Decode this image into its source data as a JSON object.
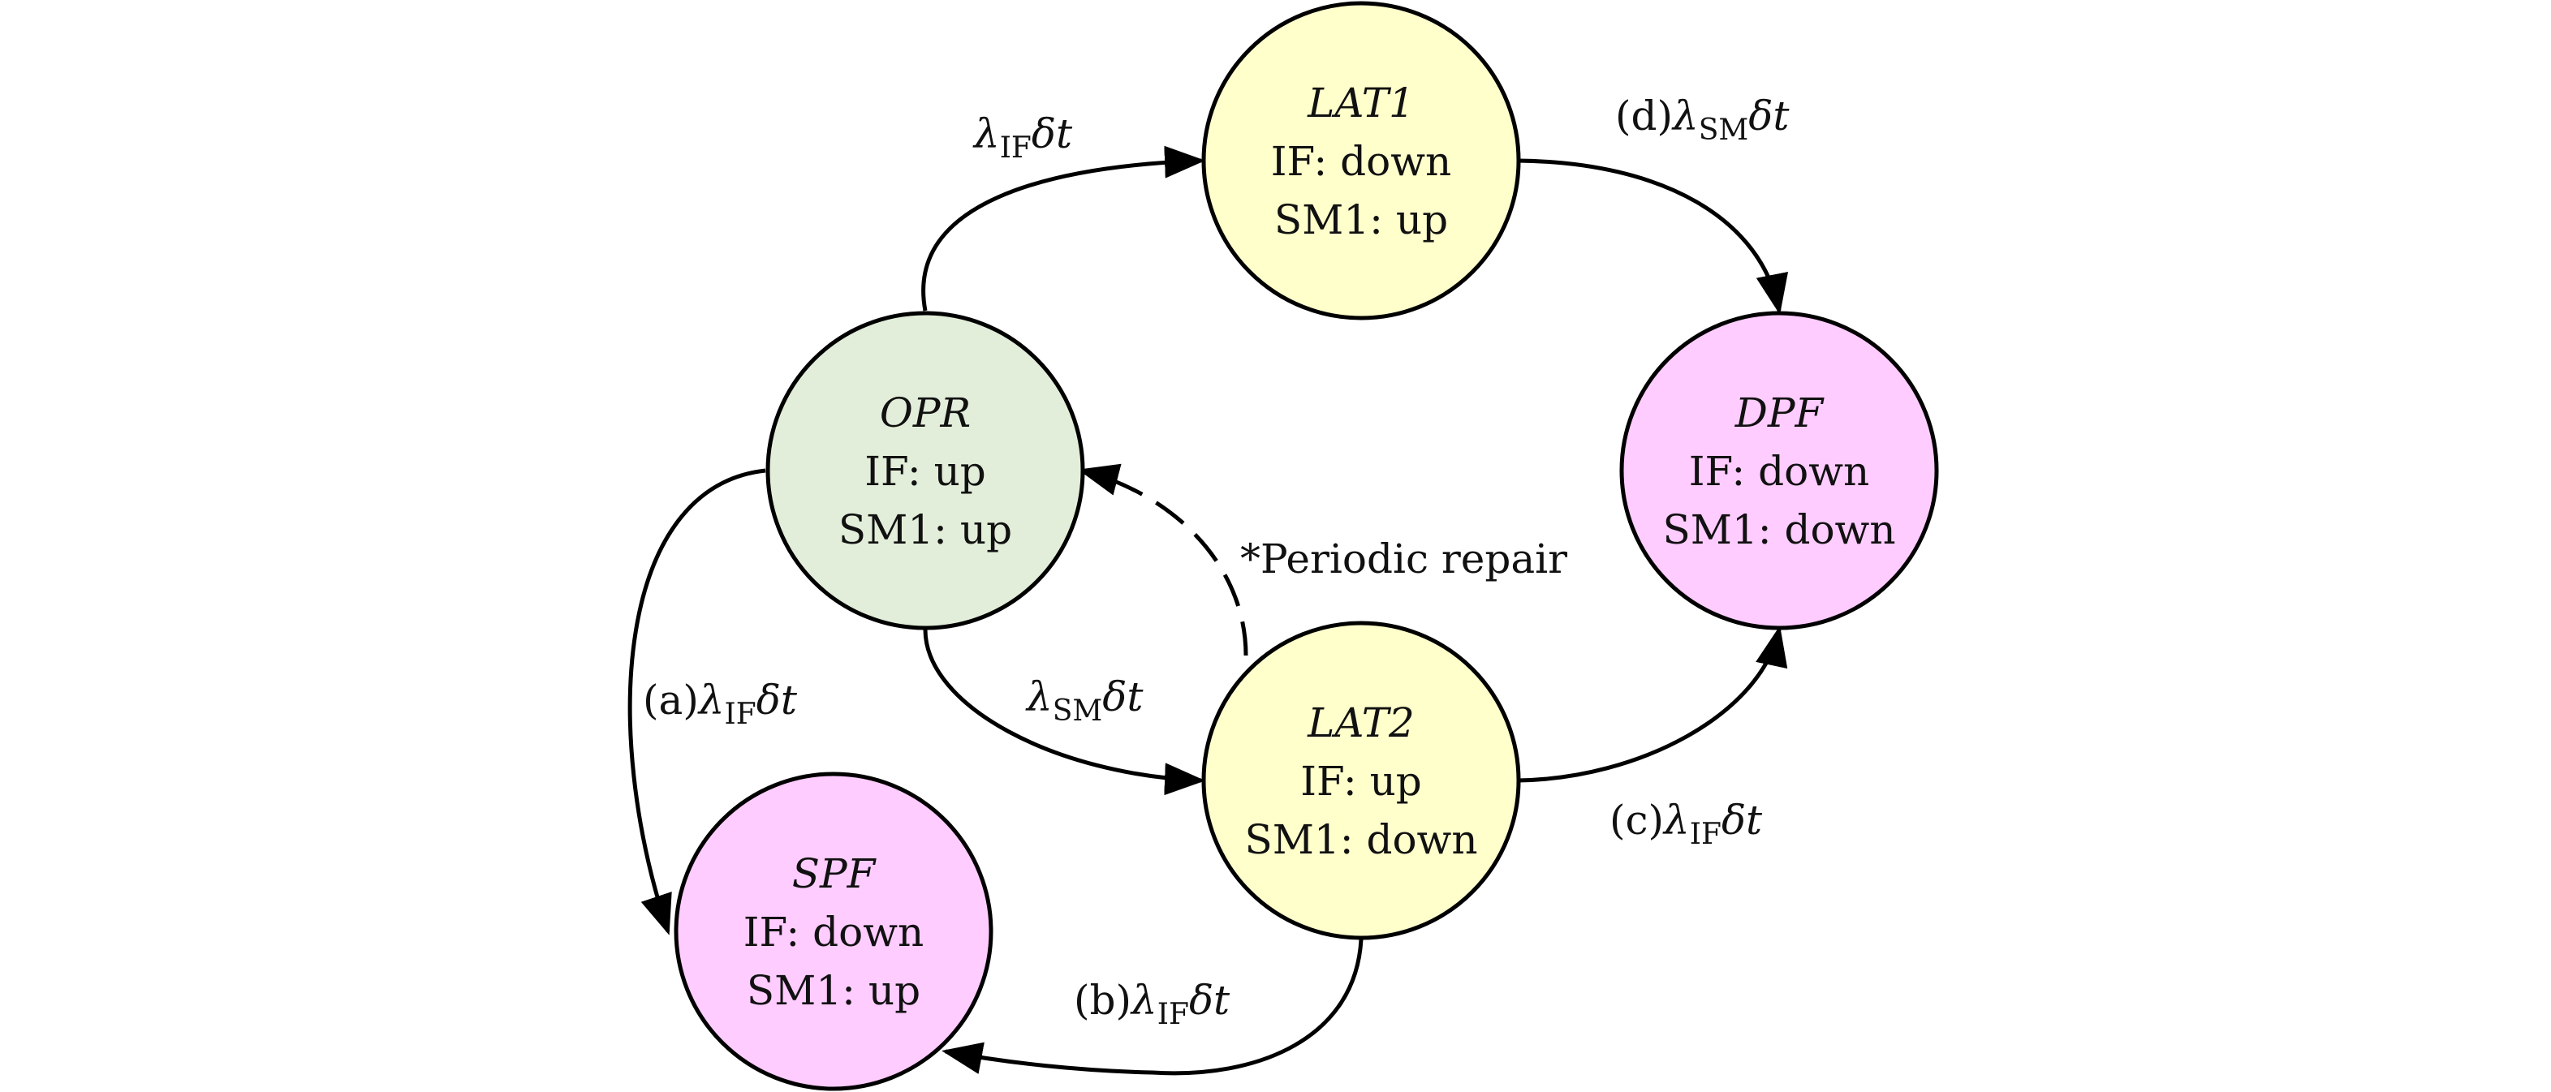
{
  "nodes": {
    "opr": {
      "name": "OPR",
      "if_state": "IF: up",
      "sm_state": "SM1: up",
      "fill": "#e2eed9"
    },
    "lat1": {
      "name": "LAT1",
      "if_state": "IF: down",
      "sm_state": "SM1: up",
      "fill": "#ffffcc"
    },
    "lat2": {
      "name": "LAT2",
      "if_state": "IF: up",
      "sm_state": "SM1: down",
      "fill": "#ffffcc"
    },
    "dpf": {
      "name": "DPF",
      "if_state": "IF: down",
      "sm_state": "SM1: down",
      "fill": "#ffccff"
    },
    "spf": {
      "name": "SPF",
      "if_state": "IF: down",
      "sm_state": "SM1: up",
      "fill": "#ffccff"
    }
  },
  "edges": {
    "opr_lat1": {
      "prefix": "",
      "lambda": "λ",
      "sub": "IF",
      "suffix": "δt"
    },
    "lat1_dpf": {
      "prefix": "(d)",
      "lambda": "λ",
      "sub": "SM",
      "suffix": "δt"
    },
    "opr_lat2": {
      "prefix": "",
      "lambda": "λ",
      "sub": "SM",
      "suffix": "δt"
    },
    "opr_spf": {
      "prefix": "(a)",
      "lambda": "λ",
      "sub": "IF",
      "suffix": "δt"
    },
    "lat2_spf": {
      "prefix": "(b)",
      "lambda": "λ",
      "sub": "IF",
      "suffix": "δt"
    },
    "lat2_dpf": {
      "prefix": "(c)",
      "lambda": "λ",
      "sub": "IF",
      "suffix": "δt"
    }
  },
  "repair_note": "*Periodic repair"
}
